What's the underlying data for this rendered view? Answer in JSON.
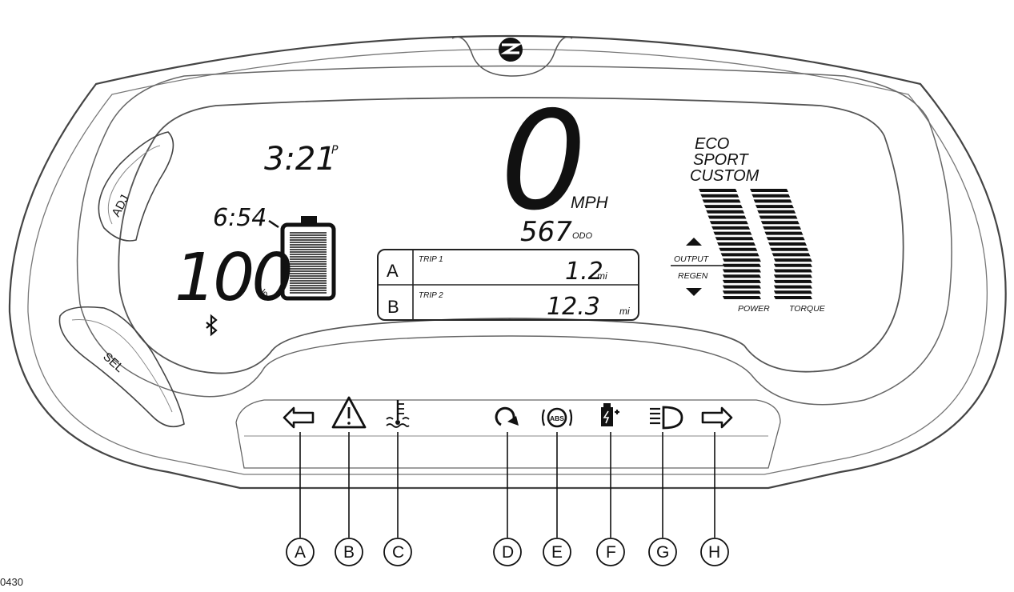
{
  "clock": {
    "time": "3:21",
    "ampm": "P"
  },
  "range_time": "6:54",
  "battery": {
    "percent": "100",
    "percent_unit": "%",
    "level": 1.0
  },
  "speed": {
    "value": "0",
    "unit": "MPH"
  },
  "odometer": {
    "value": "567",
    "label": "ODO"
  },
  "trips": [
    {
      "key": "A",
      "label": "TRIP 1",
      "value": "1.2",
      "unit": "mi"
    },
    {
      "key": "B",
      "label": "TRIP 2",
      "value": "12.3",
      "unit": "mi"
    }
  ],
  "ride_modes": [
    "ECO",
    "SPORT",
    "CUSTOM"
  ],
  "gauges": {
    "output_label": "OUTPUT",
    "regen_label": "REGEN",
    "power_label": "POWER",
    "torque_label": "TORQUE"
  },
  "buttons": {
    "adj": "ADJ",
    "sel": "SEL"
  },
  "indicators": [
    {
      "letter": "A",
      "icon": "left-turn-arrow-icon"
    },
    {
      "letter": "B",
      "icon": "warning-triangle-icon"
    },
    {
      "letter": "C",
      "icon": "coolant-temperature-icon"
    },
    {
      "letter": "D",
      "icon": "refresh-icon"
    },
    {
      "letter": "E",
      "icon": "abs-icon",
      "text": "ABS"
    },
    {
      "letter": "F",
      "icon": "battery-charge-icon"
    },
    {
      "letter": "G",
      "icon": "high-beam-icon"
    },
    {
      "letter": "H",
      "icon": "right-turn-arrow-icon"
    }
  ],
  "figure_number": "0430"
}
